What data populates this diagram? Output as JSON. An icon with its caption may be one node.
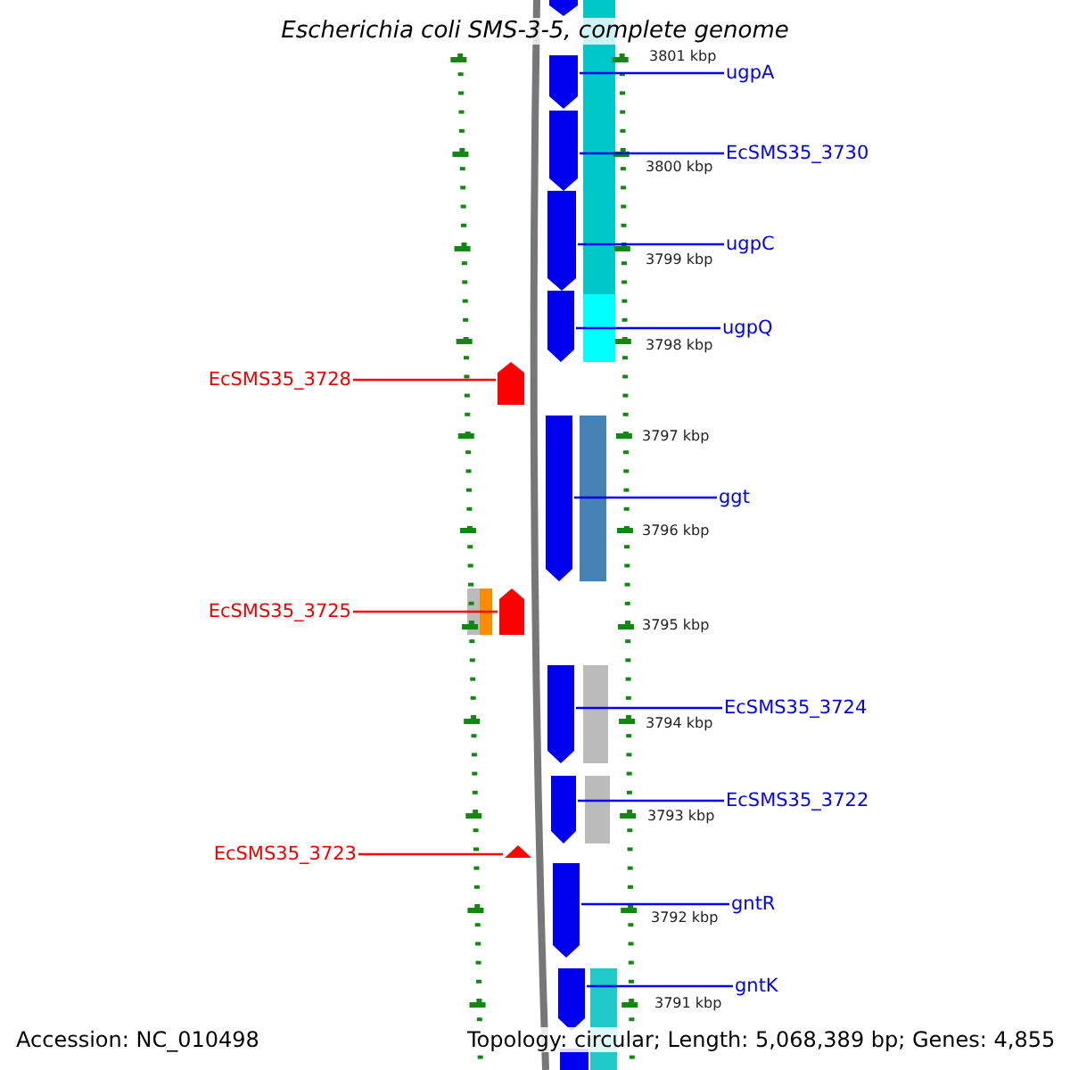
{
  "diagram": {
    "title": "Escherichia coli SMS-3-5, complete genome",
    "nodes": [
      {
        "text": [
          "ugpA"
        ]
      },
      {
        "text": [
          "EcSMS35_3730"
        ]
      },
      {
        "text": [
          "ugpC"
        ]
      },
      {
        "text": [
          "ugpQ"
        ]
      },
      {
        "text": [
          "EcSMS35_3728"
        ]
      },
      {
        "text": [
          "ggt"
        ]
      },
      {
        "text": [
          "EcSMS35_3725"
        ]
      },
      {
        "text": [
          "EcSMS35_3724"
        ]
      },
      {
        "text": [
          "EcSMS35_3722"
        ]
      },
      {
        "text": [
          "EcSMS35_3723"
        ]
      },
      {
        "text": [
          "gntR"
        ]
      },
      {
        "text": [
          "gntK"
        ]
      },
      {
        "text": [],
        "shape": "pentagon"
      },
      {
        "text": [],
        "shape": "pentagon"
      },
      {
        "text": [],
        "shape": "pentagon"
      },
      {
        "text": [],
        "shape": "pentagon"
      },
      {
        "text": [],
        "shape": "pentagon"
      },
      {
        "text": [],
        "shape": "pentagon"
      },
      {
        "text": [],
        "shape": "pentagon"
      },
      {
        "text": [],
        "shape": "pentagon"
      },
      {
        "text": [],
        "shape": "pentagon"
      },
      {
        "text": [],
        "shape": "triangle"
      },
      {
        "text": [],
        "shape": "pentagon"
      },
      {
        "text": [],
        "shape": "pentagon"
      }
    ],
    "edges": [
      {
        "from": 0,
        "to": 12,
        "arrow": "none"
      },
      {
        "from": 1,
        "to": 13,
        "arrow": "none"
      },
      {
        "from": 2,
        "to": 14,
        "arrow": "none"
      },
      {
        "from": 3,
        "to": 15,
        "arrow": "none"
      },
      {
        "from": 4,
        "to": 16,
        "arrow": "none",
        "color": "#ff0000"
      },
      {
        "from": 5,
        "to": 17,
        "arrow": "none"
      },
      {
        "from": 6,
        "to": 18,
        "arrow": "none",
        "color": "#ff0000"
      },
      {
        "from": 7,
        "to": 19,
        "arrow": "none"
      },
      {
        "from": 8,
        "to": 20,
        "arrow": "none"
      },
      {
        "from": 9,
        "to": 21,
        "arrow": "none",
        "color": "#ff0000"
      },
      {
        "from": 10,
        "to": 22,
        "arrow": "none"
      },
      {
        "from": 11,
        "to": 23,
        "arrow": "none"
      }
    ],
    "labels": [
      "3801 kbp",
      "3800 kbp",
      "3799 kbp",
      "3798 kbp",
      "3797 kbp",
      "3796 kbp",
      "3795 kbp",
      "3794 kbp",
      "3793 kbp",
      "3792 kbp",
      "3791 kbp",
      "Accession: NC_010498",
      "Topology: circular; Length: 5,068,389 bp; Genes: 4,855"
    ]
  }
}
